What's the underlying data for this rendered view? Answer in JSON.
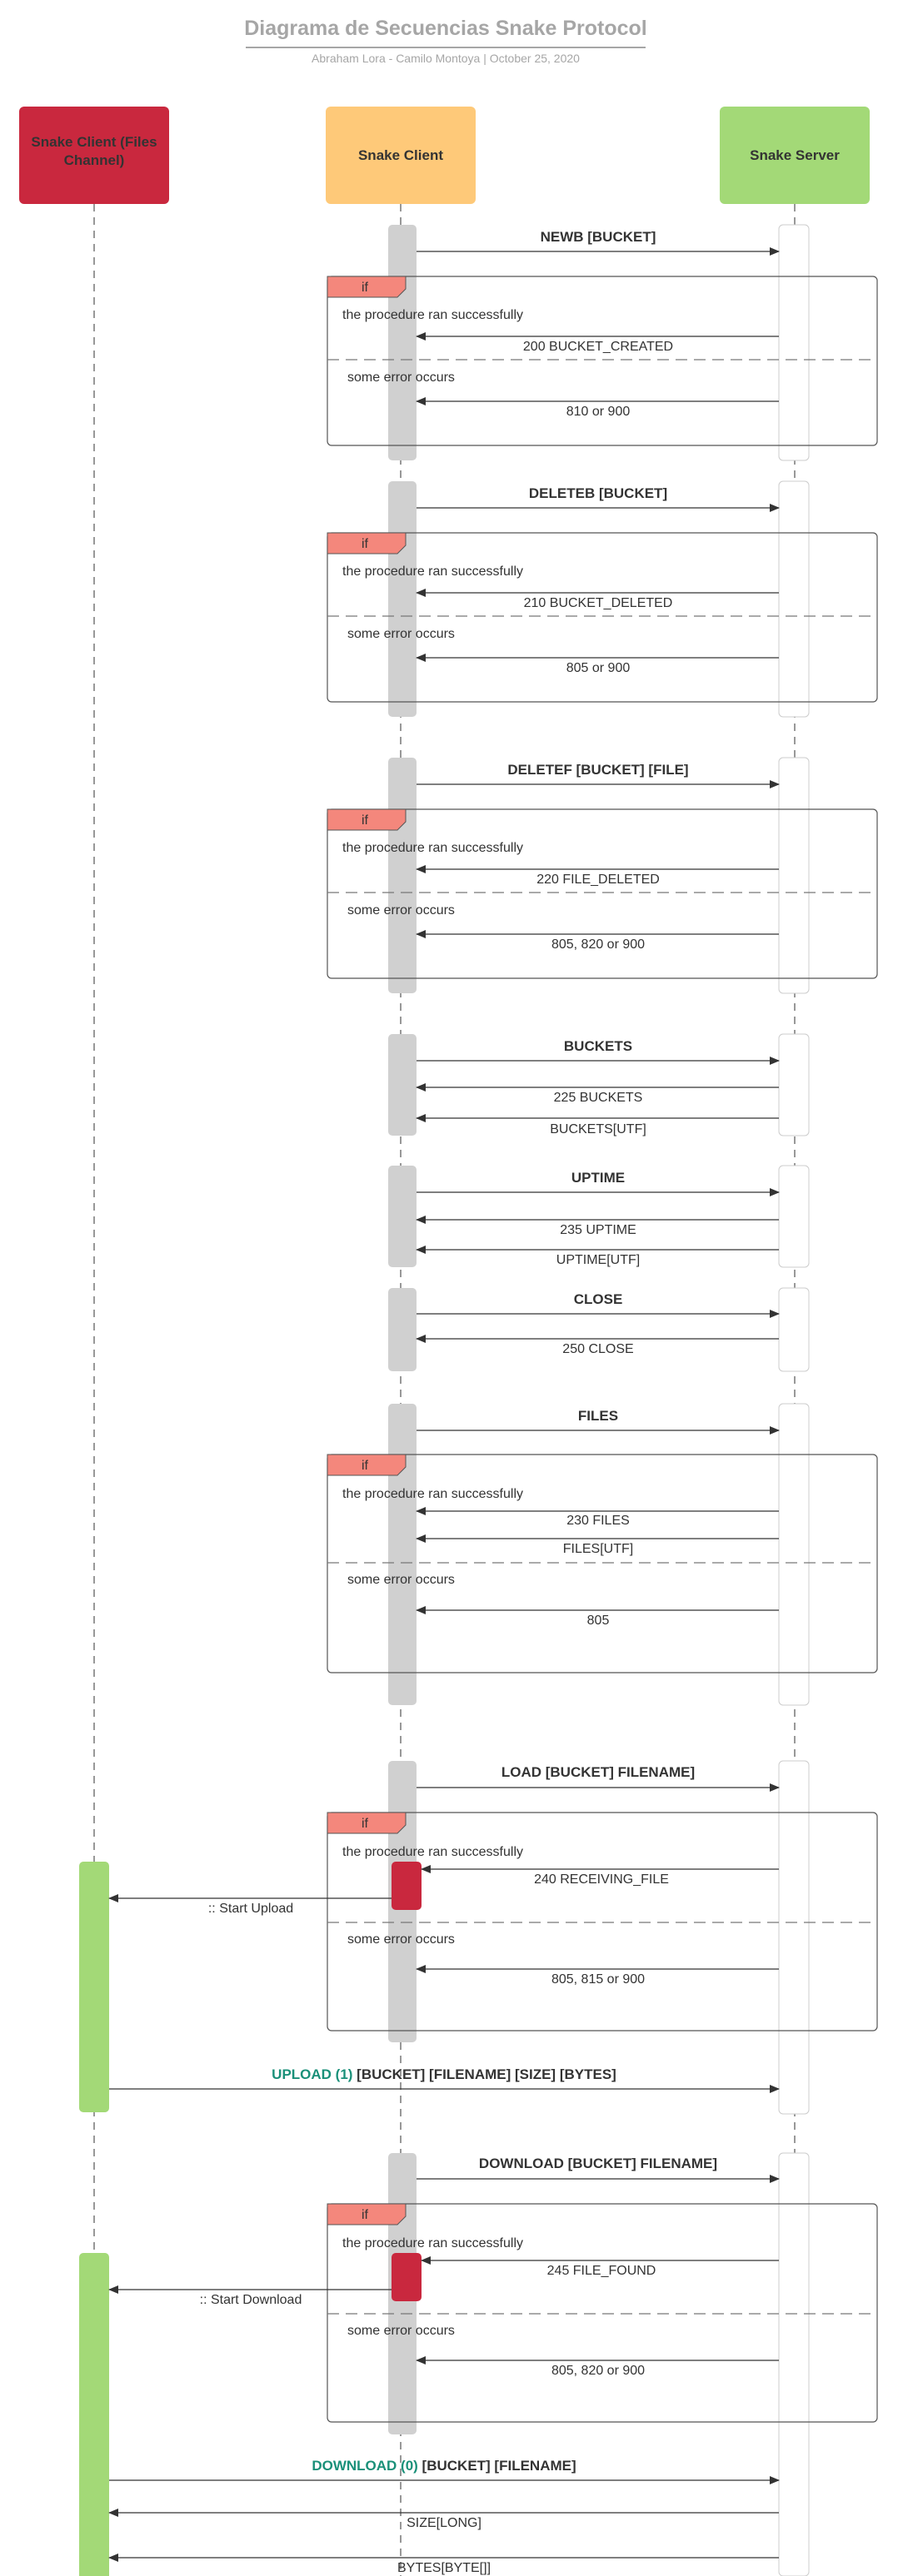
{
  "header": {
    "title": "Diagrama de Secuencias Snake Protocol",
    "subtitle": "Abraham Lora - Camilo Montoya  |  October 25, 2020"
  },
  "actors": {
    "files_channel": "Snake Client (Files Channel)",
    "client": "Snake Client",
    "server": "Snake Server"
  },
  "colors": {
    "files_channel": "#c9283e",
    "client": "#fec979",
    "server": "#a3d977",
    "if_tag": "#f4877c",
    "green_text": "#1a9079"
  },
  "interactions": {
    "newb": {
      "request": "NEWB [BUCKET]",
      "if_label": "if",
      "success_cond": "the procedure ran successfully",
      "success_resp": "200 BUCKET_CREATED",
      "error_cond": "some error occurs",
      "error_resp": "810 or 900"
    },
    "deleteb": {
      "request": "DELETEB [BUCKET]",
      "if_label": "if",
      "success_cond": "the procedure ran successfully",
      "success_resp": "210 BUCKET_DELETED",
      "error_cond": "some error occurs",
      "error_resp": "805 or 900"
    },
    "deletef": {
      "request": "DELETEF [BUCKET] [FILE]",
      "if_label": "if",
      "success_cond": "the procedure ran successfully",
      "success_resp": "220 FILE_DELETED",
      "error_cond": "some error occurs",
      "error_resp": "805, 820 or 900"
    },
    "buckets": {
      "request": "BUCKETS",
      "resp1": "225 BUCKETS",
      "resp2": "BUCKETS[UTF]"
    },
    "uptime": {
      "request": "UPTIME",
      "resp1": "235 UPTIME",
      "resp2": "UPTIME[UTF]"
    },
    "close": {
      "request": "CLOSE",
      "resp1": "250 CLOSE"
    },
    "files": {
      "request": "FILES",
      "if_label": "if",
      "success_cond": "the procedure ran successfully",
      "success_resp": "230 FILES",
      "success_resp2": "FILES[UTF]",
      "error_cond": "some error occurs",
      "error_resp": "805"
    },
    "load": {
      "request": "LOAD [BUCKET] FILENAME]",
      "if_label": "if",
      "success_cond": "the procedure ran successfully",
      "success_resp": "240 RECEIVING_FILE",
      "start_label": ":: Start Upload",
      "error_cond": "some error occurs",
      "error_resp": "805, 815 or 900",
      "upload_green": "UPLOAD (1)",
      "upload_rest": " [BUCKET] [FILENAME] [SIZE] [BYTES]"
    },
    "download": {
      "request": "DOWNLOAD [BUCKET] FILENAME]",
      "if_label": "if",
      "success_cond": "the procedure ran successfully",
      "success_resp": "245 FILE_FOUND",
      "start_label": ":: Start Download",
      "error_cond": "some error occurs",
      "error_resp": "805, 820 or 900",
      "download_green": "DOWNLOAD (0)",
      "download_rest": " [BUCKET] [FILENAME]",
      "size_resp": "SIZE[LONG]",
      "bytes_resp": "BYTES[BYTE[]]"
    }
  }
}
